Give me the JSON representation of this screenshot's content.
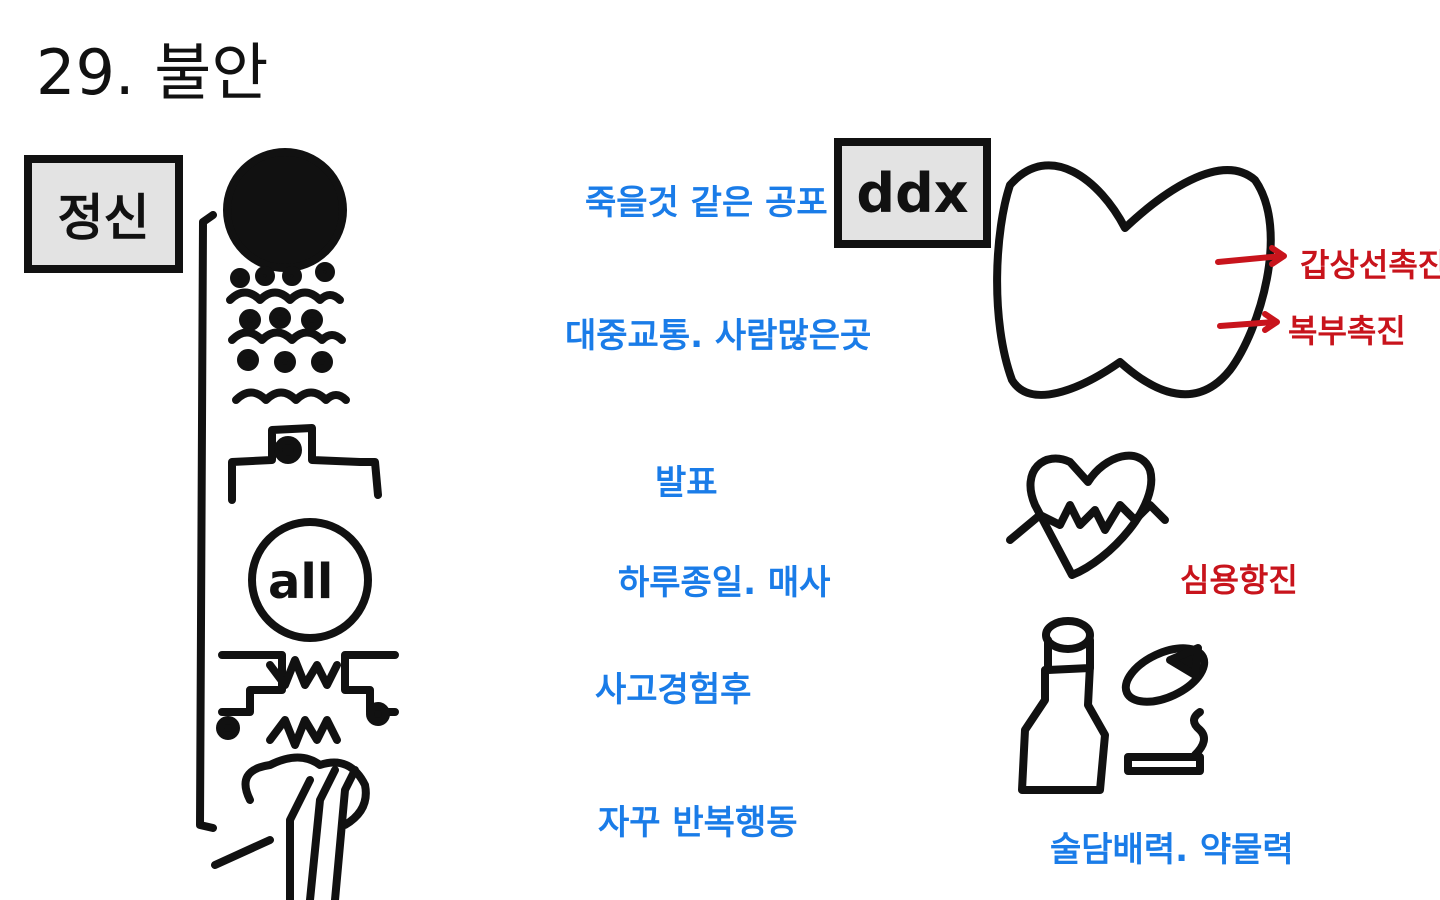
{
  "title": "29. 불안",
  "left_section": {
    "label": "정신",
    "items": [
      {
        "icon": "scribble-icon",
        "text": "죽을것 같은 공포"
      },
      {
        "icon": "crowd-icon",
        "text": "대중교통. 사람많은곳"
      },
      {
        "icon": "podium-speaker-icon",
        "text": "발표"
      },
      {
        "icon": "all-circle-icon",
        "text": "하루종일. 매사"
      },
      {
        "icon": "car-crash-icon",
        "text": "사고경험후"
      },
      {
        "icon": "hand-washing-icon",
        "text": "자꾸 반복행동"
      }
    ]
  },
  "right_section": {
    "label": "ddx",
    "thyroid": {
      "icon": "thyroid-icon",
      "items": [
        "갑상선촉진",
        "복부촉진"
      ]
    },
    "heart": {
      "icon": "heart-ecg-icon",
      "text": "심용항진"
    },
    "substance": {
      "icons": [
        "bottle-icon",
        "pill-icon",
        "cigarette-icon"
      ],
      "text": "술담배력. 약물력"
    }
  },
  "colors": {
    "blue": "#1a7ce8",
    "red": "#c8141c",
    "ink": "#111111",
    "box": "#e3e3e3"
  }
}
